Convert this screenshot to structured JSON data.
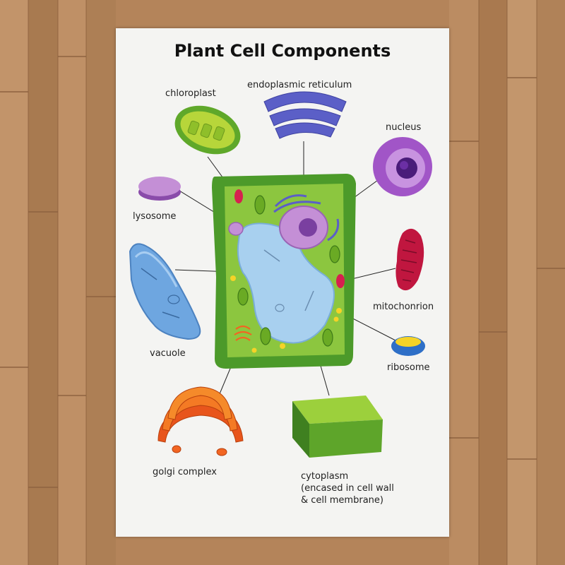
{
  "title": "Plant Cell Components",
  "labels": {
    "chloroplast": "chloroplast",
    "endoplasmic_reticulum": "endoplasmic reticulum",
    "nucleus": "nucleus",
    "lysosome": "lysosome",
    "vacuole": "vacuole",
    "mitochondrion": "mitochonrion",
    "ribosome": "ribosome",
    "golgi_complex": "golgi complex",
    "cytoplasm_line1": "cytoplasm",
    "cytoplasm_line2": "(encased in cell wall",
    "cytoplasm_line3": "& cell membrane)"
  },
  "colors": {
    "cell_wall": "#4c9a2a",
    "cytoplasm": "#8cc63f",
    "vacuole": "#a8d0ef",
    "nucleus": "#c48fd6",
    "nucleolus": "#7a3fa0",
    "er": "#5b5fc7",
    "mitochondrion": "#d6204f",
    "chloroplast": "#7ab82c",
    "golgi": "#f26522",
    "ribosome": "#f5d327",
    "floor": "#b88a5c"
  }
}
